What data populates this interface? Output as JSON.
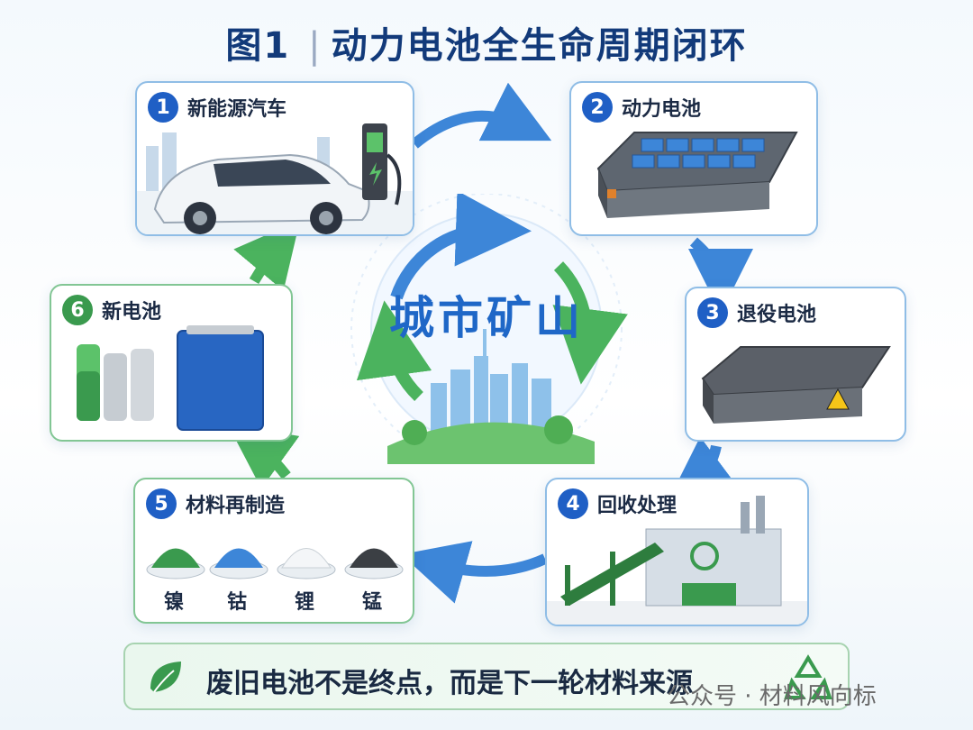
{
  "title": {
    "figure": "图1",
    "text": "动力电池全生命周期闭环"
  },
  "center": {
    "text": "城市矿山"
  },
  "steps": [
    {
      "num": "1",
      "label": "新能源汽车"
    },
    {
      "num": "2",
      "label": "动力电池"
    },
    {
      "num": "3",
      "label": "退役电池"
    },
    {
      "num": "4",
      "label": "回收处理"
    },
    {
      "num": "5",
      "label": "材料再制造"
    },
    {
      "num": "6",
      "label": "新电池"
    }
  ],
  "minerals": [
    "镍",
    "钴",
    "锂",
    "锰"
  ],
  "banner": {
    "text": "废旧电池不是终点，而是下一轮材料来源"
  },
  "watermark": "公众号 · 材料风向标",
  "colors": {
    "blue": "#1f5fc5",
    "green": "#3a9a4e",
    "title": "#123a7a",
    "center": "#1f67c7"
  }
}
